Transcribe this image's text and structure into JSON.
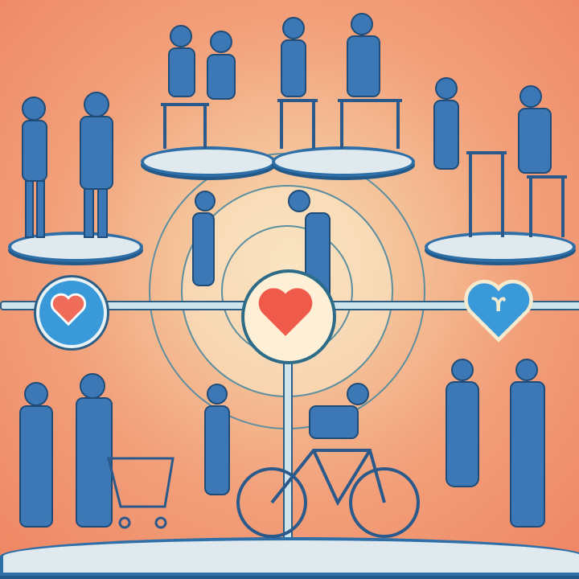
{
  "illustration": {
    "description": "Stylized illustration of people of various ages using phones and laptops, connected by lines to a central heart symbol",
    "colors": {
      "background_outer": "#ee8462",
      "background_inner": "#f8dcb4",
      "figure_blue": "#3b78b5",
      "figure_dark": "#2a5a8c",
      "heart_red": "#ef5a4a",
      "heart_badge_blue": "#3a9ad9",
      "platform": "#dfe9ee"
    },
    "icons": [
      "heart-icon-center",
      "heart-icon-left-badge",
      "heart-icon-right-badge"
    ],
    "right_badge_glyph": "ϒ"
  }
}
